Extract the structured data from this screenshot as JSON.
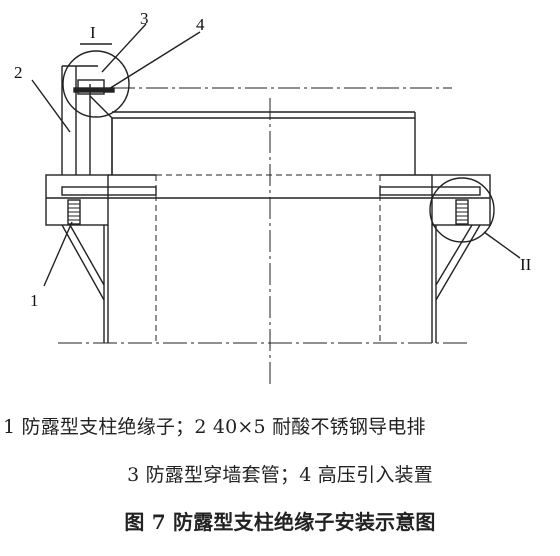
{
  "diagram": {
    "labels": {
      "label_1": "1",
      "label_2": "2",
      "label_3": "3",
      "label_4": "4",
      "detail_I": "I",
      "detail_II": "II"
    }
  },
  "caption": {
    "legend_line_1": "1  防露型支柱绝缘子；2 40×5 耐酸不锈钢导电排",
    "legend_line_2": "3  防露型穿墙套管；4  高压引入装置",
    "figure_title": "图 7  防露型支柱绝缘子安装示意图"
  }
}
